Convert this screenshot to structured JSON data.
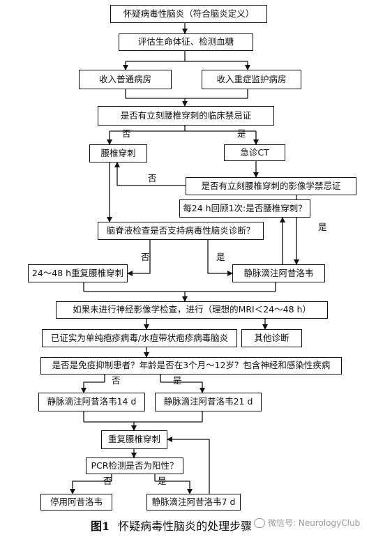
{
  "flowchart": {
    "nodes": {
      "suspect": "怀疑病毒性脑炎（符合脑炎定义）",
      "assess": "评估生命体征、检测血糖",
      "general_ward": "收入普通病房",
      "icu": "收入重症监护病房",
      "clinical_contra": "是否有立刻腰椎穿刺的临床禁忌证",
      "lp": "腰椎穿刺",
      "ct": "急诊CT",
      "imaging_contra": "是否有立刻腰椎穿刺的影像学禁忌证",
      "review_24h": "每24 h回顾1次:是否腰椎穿刺？",
      "csf_check": "脑脊液检查是否支持病毒性脑炎诊断？",
      "repeat_lp_24_48": "24～48 h重复腰椎穿刺",
      "iv_acyclovir": "静脉滴注阿昔洛韦",
      "neuroimaging": "如果未进行神经影像学检查，进行（理想的MRI＜24～48 h）",
      "hsv_vzv": "已证实为单纯疱疹病毒/水痘带状疱疹病毒脑炎",
      "other_dx": "其他诊断",
      "immuno_q": "是否是免疫抑制患者？年龄是否在3个月～12岁？包含神经和感染性疾病",
      "acyclovir_14d": "静脉滴注阿昔洛韦14 d",
      "acyclovir_21d": "静脉滴注阿昔洛韦21 d",
      "repeat_lp": "重复腰椎穿刺",
      "pcr_q": "PCR检测是否为阳性？",
      "stop_acyclovir": "停用阿昔洛韦",
      "acyclovir_7d": "静脉滴注阿昔洛韦7 d"
    },
    "edge_labels": {
      "no_lp": "否",
      "yes_ct": "是",
      "no_imaging": "否",
      "yes_imaging": "是",
      "no_csf": "否",
      "yes_csf": "是",
      "no_immuno": "否",
      "yes_immuno": "是",
      "no_pcr": "否",
      "yes_pcr": "是"
    }
  },
  "caption": {
    "label": "图1",
    "title": "怀疑病毒性脑炎的处理步骤"
  },
  "watermark": {
    "text": "微信号: NeurologyClub",
    "icon": "wechat-icon"
  }
}
